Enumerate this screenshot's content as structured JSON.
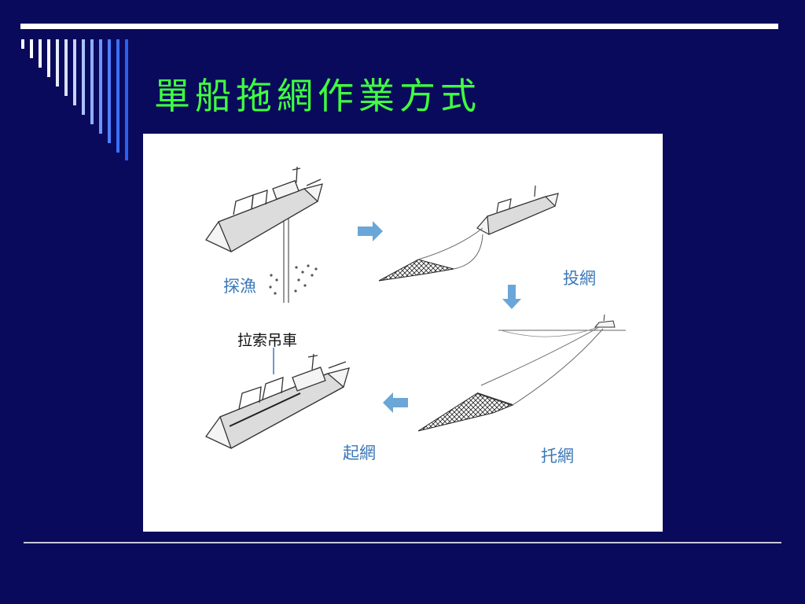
{
  "slide": {
    "title": "單船拖網作業方式"
  },
  "figure": {
    "steps": [
      {
        "id": "search",
        "label": "探漁"
      },
      {
        "id": "shoot",
        "label": "投網"
      },
      {
        "id": "tow",
        "label": "托網"
      },
      {
        "id": "haul",
        "label": "起網"
      }
    ],
    "winch_label": "拉索吊車"
  },
  "colors": {
    "background": "#0a0a5c",
    "title": "#40ff40",
    "step_label": "#3b78b8",
    "arrow": "#6aa6d8"
  }
}
